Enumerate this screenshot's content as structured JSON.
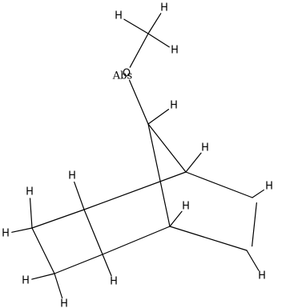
{
  "molecule": {
    "atom_labels": {
      "hydrogen": "H",
      "oxygen": "O"
    },
    "stereo_flag": "Abs",
    "colors": {
      "bond": "#000000",
      "text": "#000000",
      "background": "#ffffff"
    }
  }
}
